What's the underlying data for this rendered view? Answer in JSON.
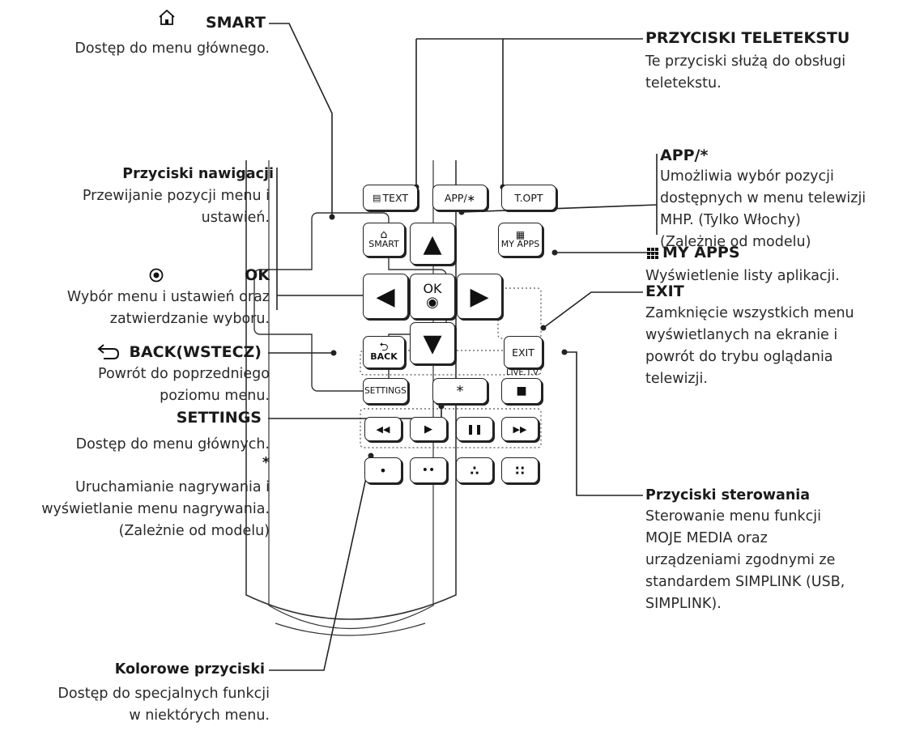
{
  "left": {
    "smart": {
      "title": "SMART",
      "desc": "Dostęp do menu głównego."
    },
    "nav": {
      "title": "Przyciski nawigacji",
      "desc": [
        "Przewijanie pozycji menu i",
        "ustawień."
      ]
    },
    "ok": {
      "title": "OK",
      "desc": [
        "Wybór menu i ustawień oraz",
        "zatwierdzanie wyboru."
      ]
    },
    "back": {
      "title": "BACK(WSTECZ)",
      "desc": [
        "Powrót do poprzedniego",
        "poziomu menu."
      ]
    },
    "settings": {
      "title": "SETTINGS",
      "desc": "Dostęp do menu głównych."
    },
    "star": {
      "title": "*",
      "desc": [
        "Uruchamianie nagrywania i",
        "wyświetlanie menu nagrywania.",
        "(Zależnie od modelu)"
      ]
    },
    "colour": {
      "title": "Kolorowe przyciski",
      "desc": [
        "Dostęp do specjalnych funkcji",
        "w niektórych menu."
      ]
    }
  },
  "right": {
    "teletext": {
      "title": "PRZYCISKI TELETEKSTU",
      "desc": [
        "Te przyciski służą do obsługi",
        "teletekstu."
      ]
    },
    "app": {
      "title": "APP/*",
      "desc": [
        "Umożliwia wybór pozycji",
        "dostępnych w menu telewizji",
        "MHP. (Tylko Włochy)",
        "(Zależnie od modelu)"
      ]
    },
    "myapps": {
      "title": "MY APPS",
      "desc": "Wyświetlenie listy aplikacji."
    },
    "exit": {
      "title": "EXIT",
      "desc": [
        "Zamknięcie wszystkich menu",
        "wyświetlanych na ekranie i",
        "powrót do trybu oglądania",
        "telewizji."
      ]
    },
    "control": {
      "title": "Przyciski sterowania",
      "desc": [
        "Sterowanie menu funkcji",
        "MOJE MEDIA oraz",
        "urządzeniami zgodnymi ze",
        "standardem SIMPLINK (USB,",
        "SIMPLINK)."
      ]
    }
  },
  "remote": {
    "text": "TEXT",
    "app": "APP/∗",
    "topt": "T.OPT",
    "smart1": "⌂",
    "smart2": "SMART",
    "myapps": "MY APPS",
    "ok1": "OK",
    "ok2": "◉",
    "back1": "⮌",
    "back2": "BACK",
    "exit": "EXIT",
    "settings": "SETTINGS",
    "star": "*",
    "live": "LIVE.T.V.",
    "stop": "■",
    "rew": "◀◀",
    "play": "▶",
    "pause": "❚❚",
    "ff": "▶▶",
    "c1": "•",
    "c2": "••",
    "c3": "∴",
    "c4": "∷"
  },
  "icons": {
    "home": "home-icon",
    "ok": "ok-target-icon",
    "back": "back-arrow-icon",
    "grid": "grid-icon"
  }
}
